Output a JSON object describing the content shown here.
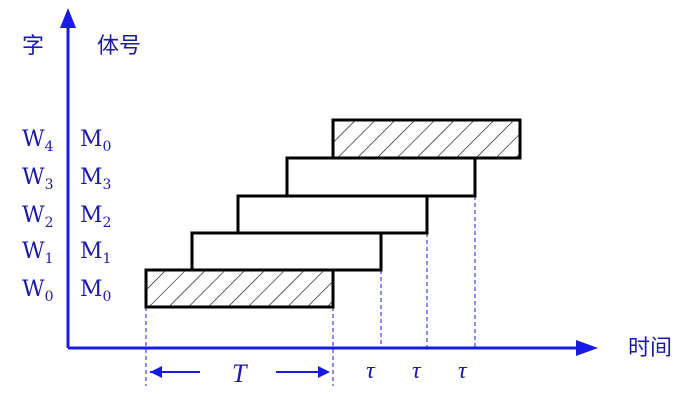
{
  "axis": {
    "y_label": "字",
    "col2_label": "体号",
    "x_label": "时间"
  },
  "rows": [
    {
      "word": "W",
      "word_sub": "4",
      "body": "M",
      "body_sub": "0"
    },
    {
      "word": "W",
      "word_sub": "3",
      "body": "M",
      "body_sub": "3"
    },
    {
      "word": "W",
      "word_sub": "2",
      "body": "M",
      "body_sub": "2"
    },
    {
      "word": "W",
      "word_sub": "1",
      "body": "M",
      "body_sub": "1"
    },
    {
      "word": "W",
      "word_sub": "0",
      "body": "M",
      "body_sub": "0"
    }
  ],
  "bottom_labels": {
    "period": "T",
    "tau": [
      "τ",
      "τ",
      "τ"
    ]
  },
  "colors": {
    "axis": "#1a1ae6",
    "text": "#1a1aa8",
    "guide": "#1a1ae6",
    "bracket": "#e6c800",
    "box": "#000000"
  }
}
